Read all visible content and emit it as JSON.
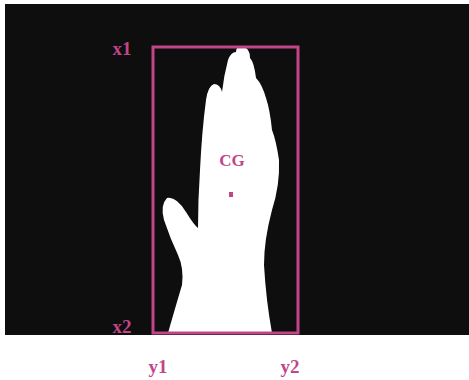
{
  "diagram": {
    "labels": [
      "x1",
      "x2",
      "y1",
      "y2",
      "CG"
    ]
  }
}
